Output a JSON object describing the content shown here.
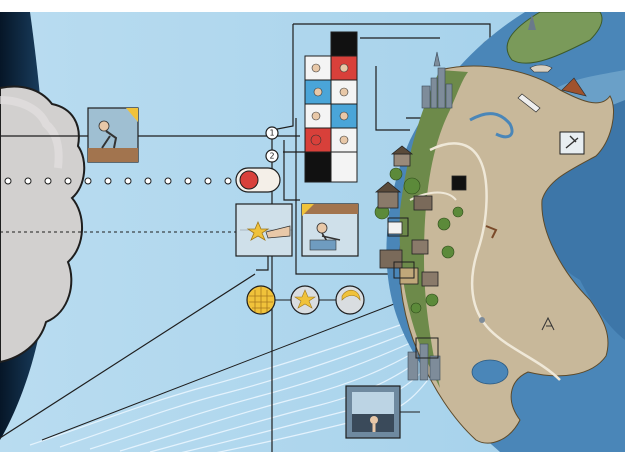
{
  "image": {
    "kind": "illustrated diagram",
    "palette": {
      "sky": "#a9d4ec",
      "sky_light": "#cfe8f6",
      "space": "#0f2a44",
      "cloud": "#d2d0cf",
      "land": "#c8b89a",
      "grass": "#6d8a4a",
      "water": "#4a86b8",
      "line": "#1e1e1e",
      "red": "#d8403a",
      "yellow": "#f0c23a",
      "blue": "#4aa5d8"
    },
    "labels": {
      "circle_a": "1",
      "circle_b": "2"
    }
  },
  "icons": [
    "cloud-icon",
    "planet-icon",
    "person-icon",
    "star-icon",
    "building-icon",
    "tree-icon",
    "boat-icon",
    "rocket-icon"
  ]
}
